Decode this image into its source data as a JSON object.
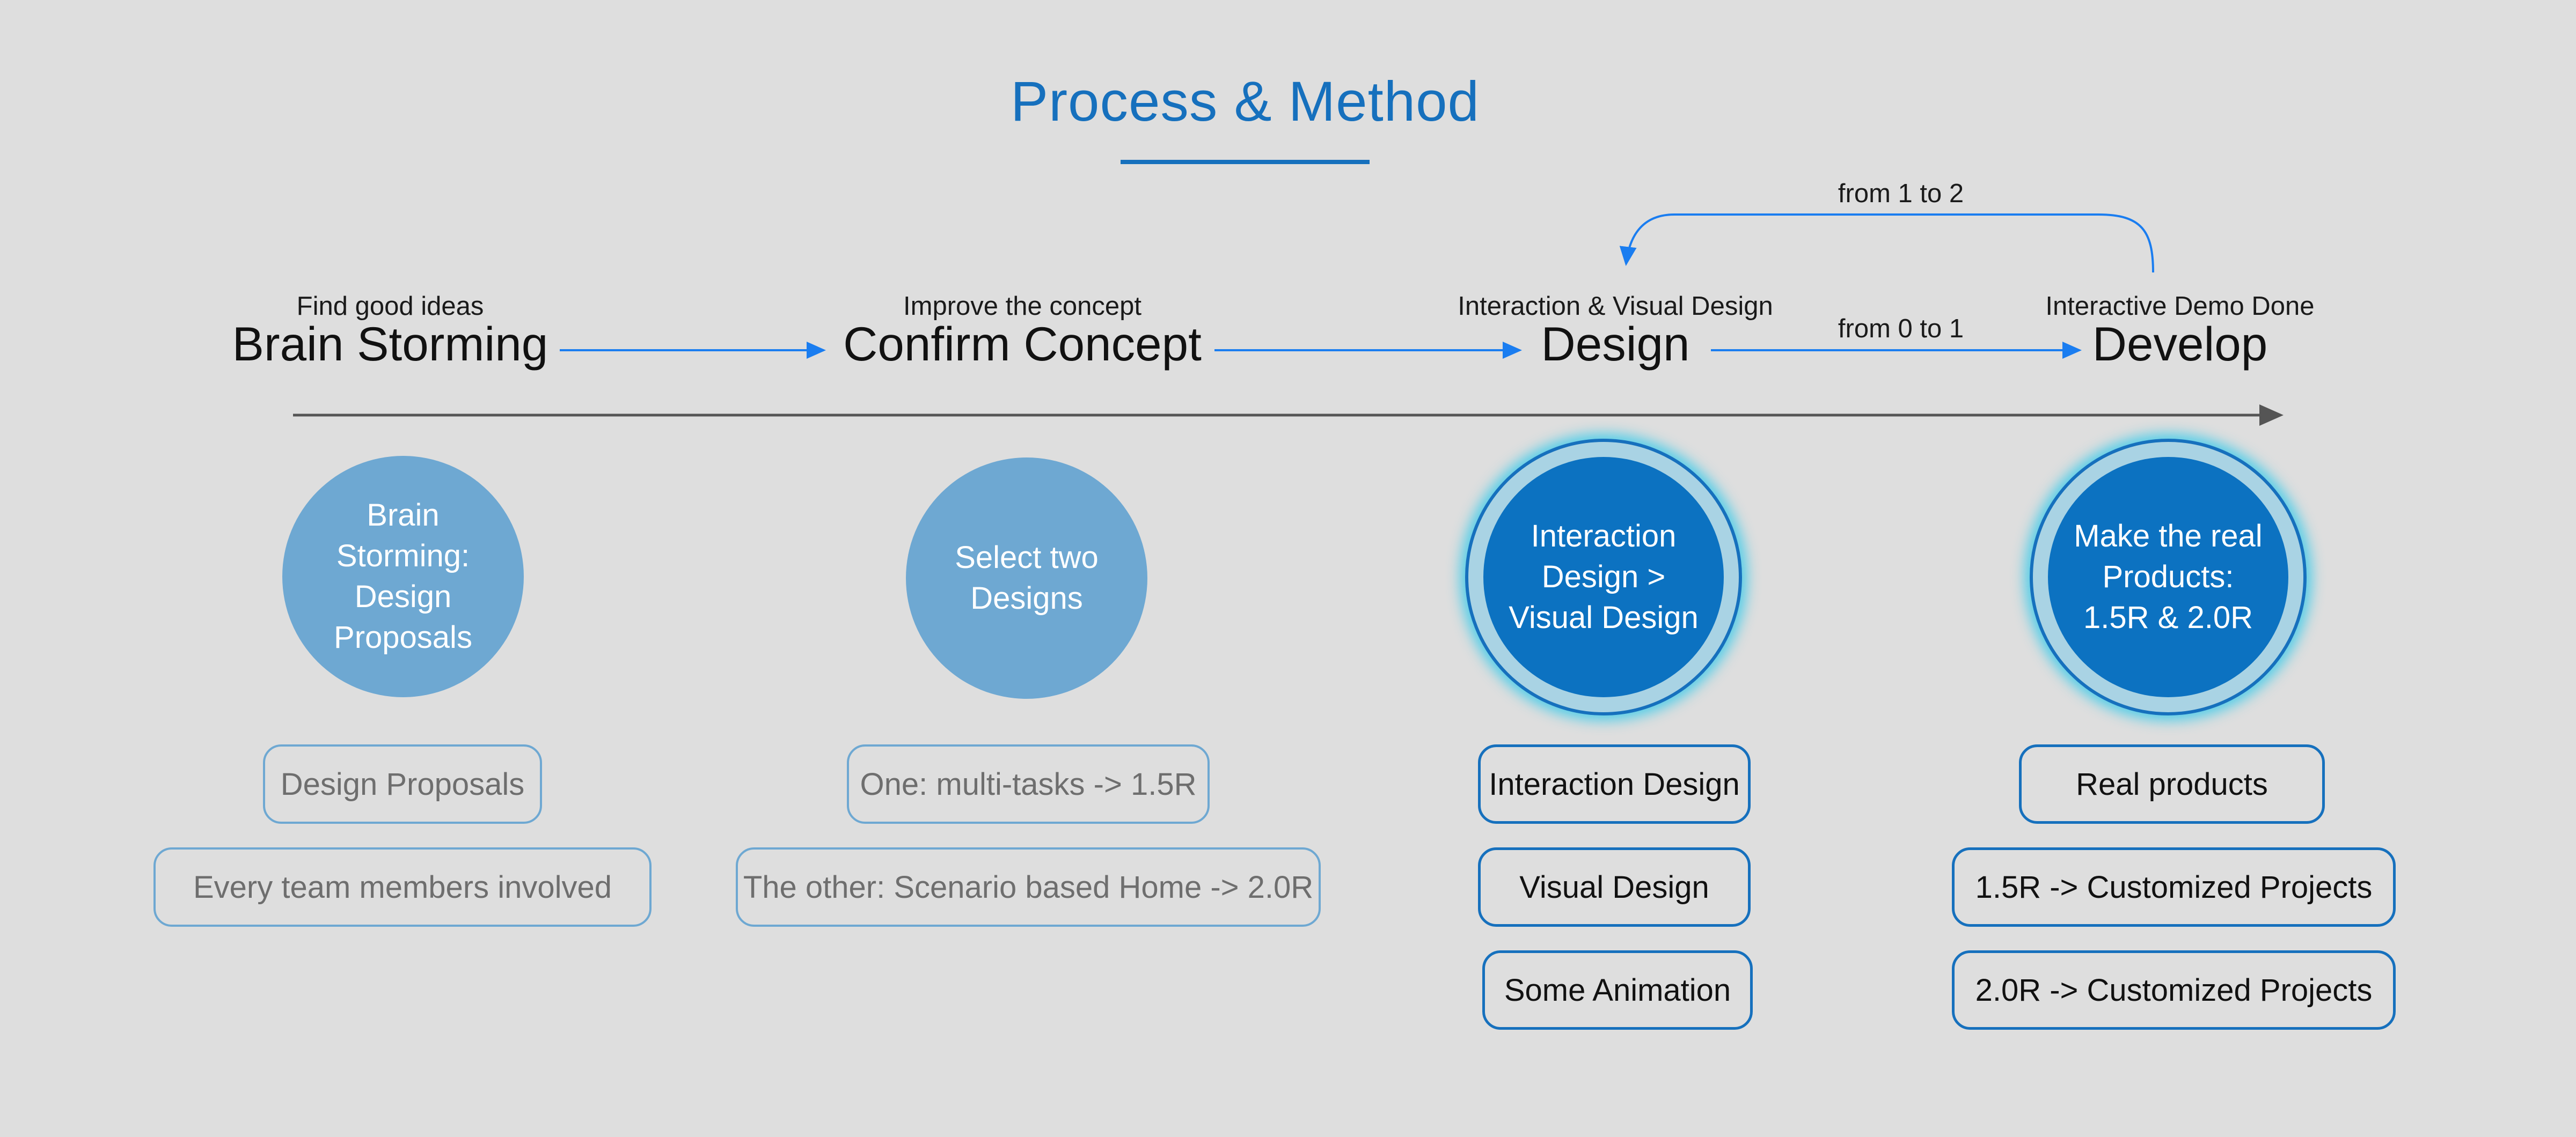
{
  "title": "Process & Method",
  "stages": [
    {
      "caption": "Find good ideas",
      "name": "Brain Storming"
    },
    {
      "caption": "Improve the concept",
      "name": "Confirm Concept"
    },
    {
      "caption": "Interaction & Visual Design",
      "name": "Design"
    },
    {
      "caption": "Interactive Demo Done",
      "name": "Develop"
    }
  ],
  "edges": {
    "forward_label": "from 0 to 1",
    "loop_label": "from 1 to 2"
  },
  "circles": [
    {
      "text": [
        "Brain",
        "Storming:",
        "Design",
        "Proposals"
      ]
    },
    {
      "text": [
        "Select two",
        "Designs"
      ]
    },
    {
      "text": [
        "Interaction",
        "Design >",
        "Visual Design"
      ]
    },
    {
      "text": [
        "Make the real",
        "Products:",
        "1.5R & 2.0R"
      ]
    }
  ],
  "details": [
    [
      "Design Proposals",
      "Every team members involved"
    ],
    [
      "One: multi-tasks  -> 1.5R",
      "The other: Scenario based Home  -> 2.0R"
    ],
    [
      "Interaction Design",
      "Visual Design",
      "Some Animation"
    ],
    [
      "Real products",
      "1.5R  -> Customized Projects",
      "2.0R  -> Customized Projects"
    ]
  ],
  "colors": {
    "accent": "#1670bd",
    "arrow_blue": "#1a7df0",
    "timeline": "#555555",
    "light_circle": "#6ea8d2",
    "dark_circle": "#0c72c1",
    "background": "#dedede"
  }
}
